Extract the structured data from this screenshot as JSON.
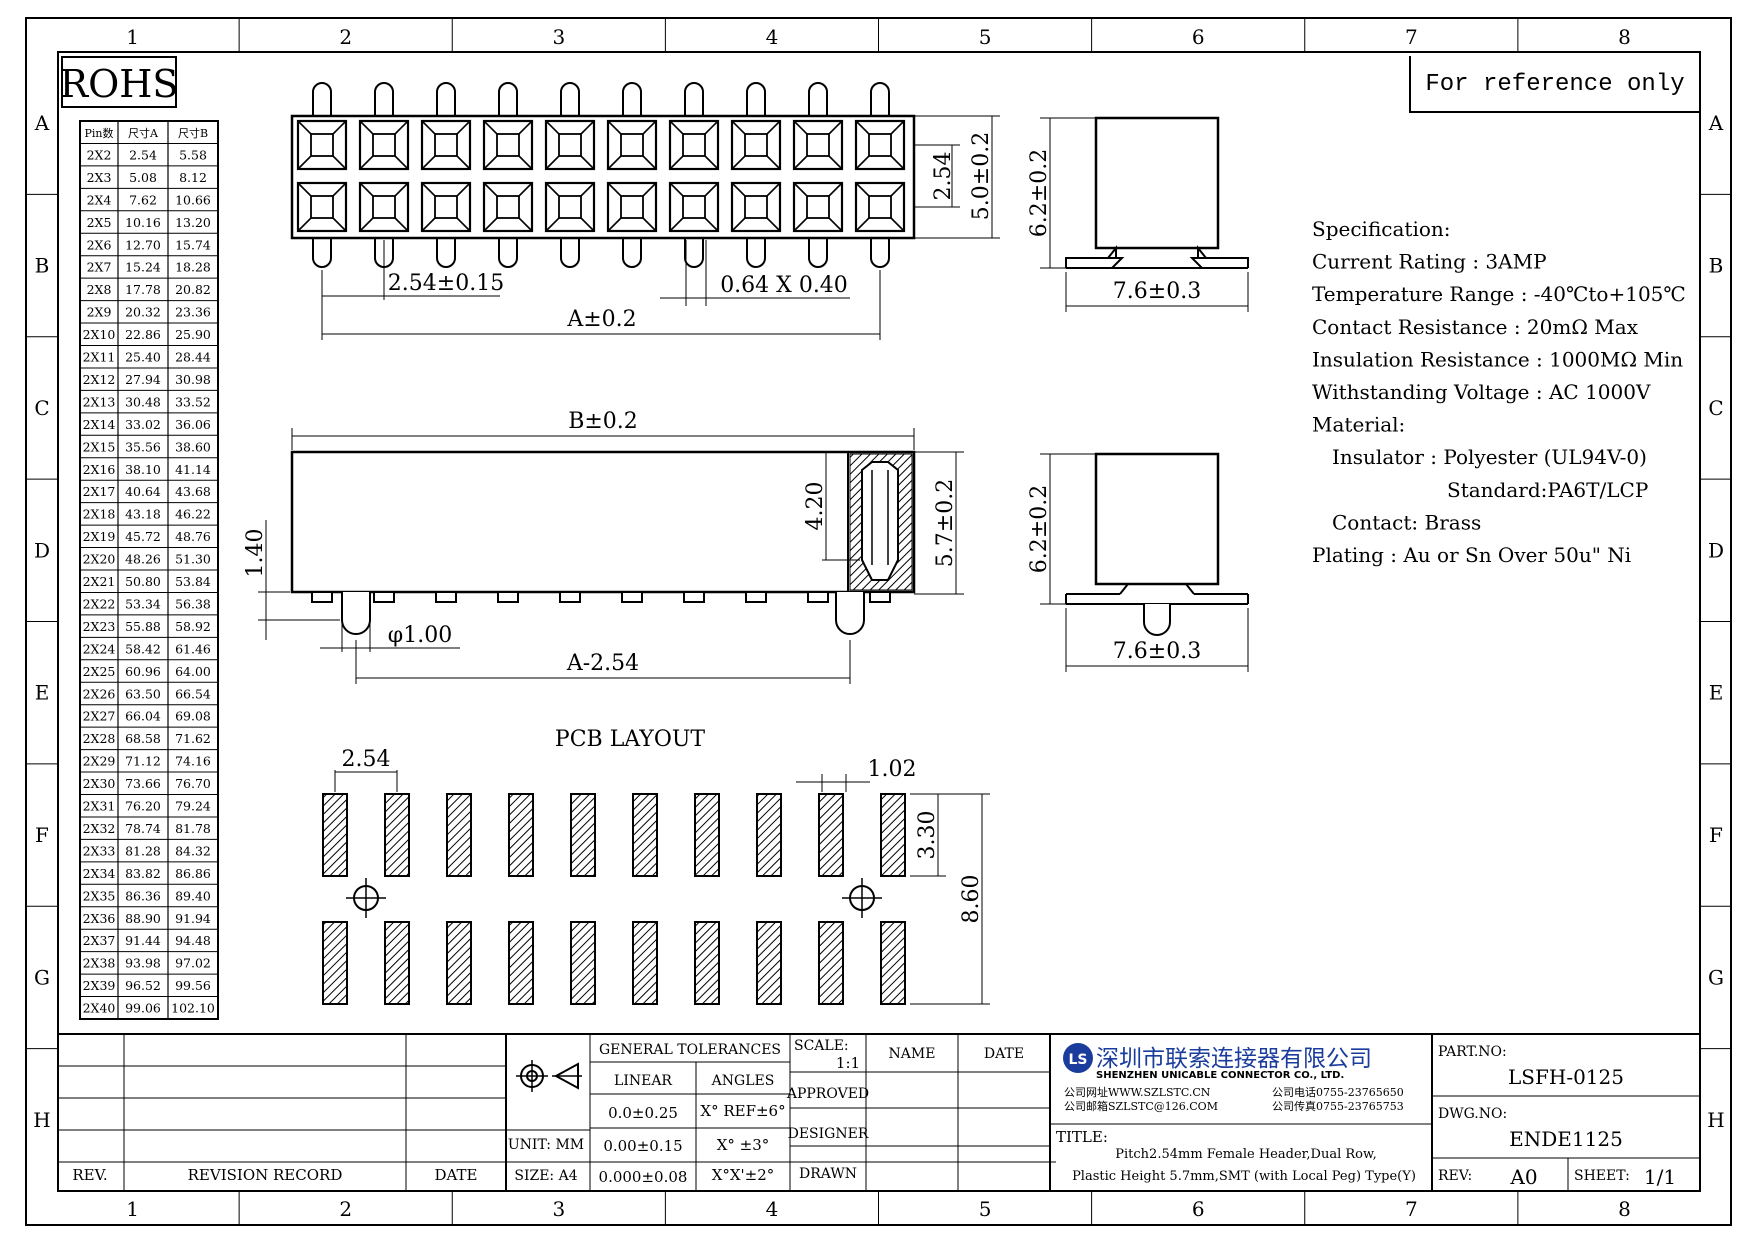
{
  "frame": {
    "columns": [
      "1",
      "2",
      "3",
      "4",
      "5",
      "6",
      "7",
      "8"
    ],
    "rows": [
      "A",
      "B",
      "C",
      "D",
      "E",
      "F",
      "G",
      "H"
    ]
  },
  "rohs": "ROHS",
  "reference_note": "For reference only",
  "pin_table": {
    "headers": [
      "Pin数",
      "尺寸A",
      "尺寸B"
    ],
    "rows": [
      [
        "2X2",
        "2.54",
        "5.58"
      ],
      [
        "2X3",
        "5.08",
        "8.12"
      ],
      [
        "2X4",
        "7.62",
        "10.66"
      ],
      [
        "2X5",
        "10.16",
        "13.20"
      ],
      [
        "2X6",
        "12.70",
        "15.74"
      ],
      [
        "2X7",
        "15.24",
        "18.28"
      ],
      [
        "2X8",
        "17.78",
        "20.82"
      ],
      [
        "2X9",
        "20.32",
        "23.36"
      ],
      [
        "2X10",
        "22.86",
        "25.90"
      ],
      [
        "2X11",
        "25.40",
        "28.44"
      ],
      [
        "2X12",
        "27.94",
        "30.98"
      ],
      [
        "2X13",
        "30.48",
        "33.52"
      ],
      [
        "2X14",
        "33.02",
        "36.06"
      ],
      [
        "2X15",
        "35.56",
        "38.60"
      ],
      [
        "2X16",
        "38.10",
        "41.14"
      ],
      [
        "2X17",
        "40.64",
        "43.68"
      ],
      [
        "2X18",
        "43.18",
        "46.22"
      ],
      [
        "2X19",
        "45.72",
        "48.76"
      ],
      [
        "2X20",
        "48.26",
        "51.30"
      ],
      [
        "2X21",
        "50.80",
        "53.84"
      ],
      [
        "2X22",
        "53.34",
        "56.38"
      ],
      [
        "2X23",
        "55.88",
        "58.92"
      ],
      [
        "2X24",
        "58.42",
        "61.46"
      ],
      [
        "2X25",
        "60.96",
        "64.00"
      ],
      [
        "2X26",
        "63.50",
        "66.54"
      ],
      [
        "2X27",
        "66.04",
        "69.08"
      ],
      [
        "2X28",
        "68.58",
        "71.62"
      ],
      [
        "2X29",
        "71.12",
        "74.16"
      ],
      [
        "2X30",
        "73.66",
        "76.70"
      ],
      [
        "2X31",
        "76.20",
        "79.24"
      ],
      [
        "2X32",
        "78.74",
        "81.78"
      ],
      [
        "2X33",
        "81.28",
        "84.32"
      ],
      [
        "2X34",
        "83.82",
        "86.86"
      ],
      [
        "2X35",
        "86.36",
        "89.40"
      ],
      [
        "2X36",
        "88.90",
        "91.94"
      ],
      [
        "2X37",
        "91.44",
        "94.48"
      ],
      [
        "2X38",
        "93.98",
        "97.02"
      ],
      [
        "2X39",
        "96.52",
        "99.56"
      ],
      [
        "2X40",
        "99.06",
        "102.10"
      ]
    ]
  },
  "dims": {
    "top_pitch": "2.54",
    "top_pitch_tol": "2.54±0.15",
    "pin_size": "0.64 X 0.40",
    "a_dim": "A±0.2",
    "row_pitch": "2.54",
    "width": "5.0±0.2",
    "side_height": "6.2±0.2",
    "side_width": "7.6±0.3",
    "b_dim": "B±0.2",
    "inner_height": "4.20",
    "body_height": "5.7±0.2",
    "standoff": "1.40",
    "peg_dia": "φ1.00",
    "a_minus": "A-2.54",
    "side2_height": "6.2±0.2",
    "side2_width": "7.6±0.3",
    "pcb_title": "PCB LAYOUT",
    "pcb_pitch": "2.54",
    "pcb_pad_w": "1.02",
    "pcb_pad_h": "3.30",
    "pcb_total": "8.60"
  },
  "spec": {
    "lines": [
      "Specification:",
      "Current Rating : 3AMP",
      "Temperature Range : -40℃to+105℃",
      "Contact Resistance : 20mΩ Max",
      "Insulation Resistance : 1000MΩ Min",
      "Withstanding Voltage : AC 1000V",
      "Material:",
      "Insulator : Polyester (UL94V-0)",
      "Standard:PA6T/LCP",
      "Contact: Brass",
      "Plating : Au or Sn Over 50u\" Ni"
    ]
  },
  "title_block": {
    "rev_label": "REV.",
    "revision_record": "REVISION RECORD",
    "date_label": "DATE",
    "unit": "UNIT: MM",
    "size": "SIZE: A4",
    "general_tolerances": "GENERAL TOLERANCES",
    "linear": "LINEAR",
    "angles": "ANGLES",
    "lin1": "0.0±0.25",
    "lin2": "0.00±0.15",
    "lin3": "0.000±0.08",
    "ang1": "X° REF±6°",
    "ang2": "X° ±3°",
    "ang3": "X°X'±2°",
    "scale_label": "SCALE:",
    "scale_value": "1:1",
    "name": "NAME",
    "date": "DATE",
    "approved": "APPROVED",
    "designer": "DESIGNER",
    "drawn": "DRAWN",
    "company_cn": "深圳市联索连接器有限公司",
    "company_en": "SHENZHEN UNICABLE CONNECTOR CO., LTD.",
    "web": "公司网址WWW.SZLSTC.CN",
    "email": "公司邮箱SZLSTC@126.COM",
    "tel": "公司电话0755-23765650",
    "fax": "公司传真0755-23765753",
    "logo_letters": "LS",
    "title_label": "TITLE:",
    "title1": "Pitch2.54mm Female Header,Dual Row,",
    "title2": "Plastic Height 5.7mm,SMT (with Local Peg) Type(Y)",
    "part_label": "PART.NO:",
    "part_no": "LSFH-0125",
    "dwg_label": "DWG.NO:",
    "dwg_no": "ENDE1125",
    "rev2_label": "REV:",
    "rev_value": "A0",
    "sheet_label": "SHEET:",
    "sheet_value": "1/1",
    "brand_color": "#1a3c9c"
  }
}
